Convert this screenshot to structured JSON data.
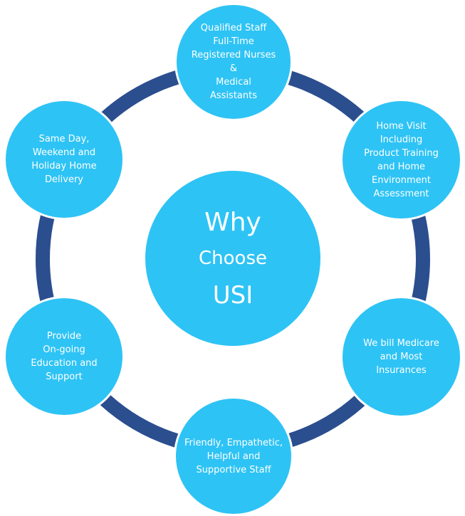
{
  "colors": {
    "node_fill": "#2EC3F5",
    "ring": "#2B4E8F",
    "text": "#FFFFFF"
  },
  "center": {
    "lines": [
      "Why",
      "Choose",
      "USI"
    ]
  },
  "nodes": [
    {
      "id": "staff",
      "lines": [
        "Qualified Staff",
        "Full-Time",
        "Registered Nurses",
        "&",
        "Medical",
        "Assistants"
      ]
    },
    {
      "id": "home-visit",
      "lines": [
        "Home Visit",
        "Including",
        "Product Training",
        "and Home",
        "Environment",
        "Assessment"
      ]
    },
    {
      "id": "billing",
      "lines": [
        "We bill Medicare",
        "and Most",
        "Insurances"
      ]
    },
    {
      "id": "friendly-staff",
      "lines": [
        "Friendly, Empathetic,",
        "Helpful and",
        "Supportive Staff"
      ]
    },
    {
      "id": "education",
      "lines": [
        "Provide",
        "On-going",
        "Education and",
        "Support"
      ]
    },
    {
      "id": "delivery",
      "lines": [
        "Same Day,",
        "Weekend and",
        "Holiday Home",
        "Delivery"
      ]
    }
  ]
}
